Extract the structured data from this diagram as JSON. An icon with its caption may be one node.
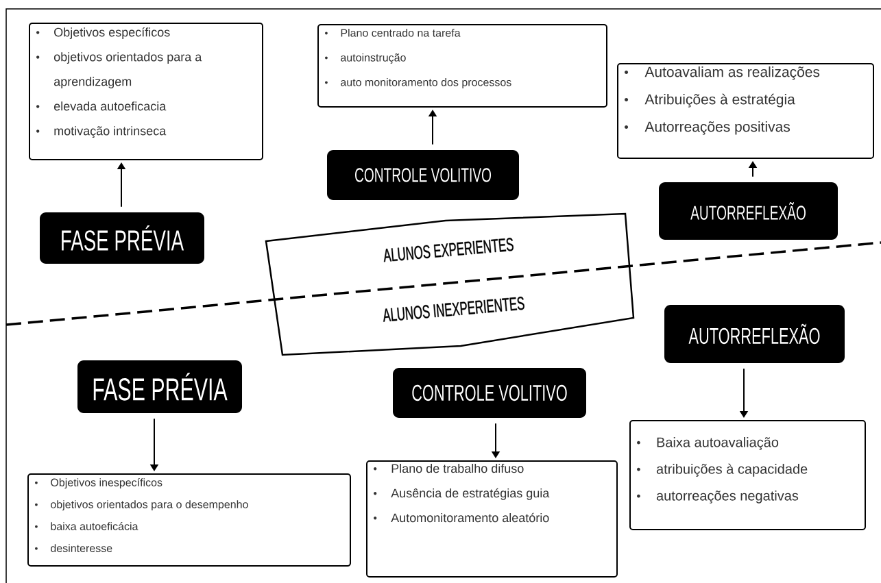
{
  "diagram": {
    "nodes": [
      {
        "text": [
          "Objetivos específicos",
          "objetivos orientados para a aprendizagem",
          "elevada autoeficacia",
          "motivação intrinseca"
        ]
      },
      {
        "text": [
          "FASE PRÉVIA"
        ]
      },
      {
        "text": [
          "Plano centrado na tarefa",
          "autoinstrução",
          "auto monitoramento dos processos"
        ]
      },
      {
        "text": [
          "CONTROLE VOLITIVO"
        ]
      },
      {
        "text": [
          "Autoavaliam as realizações",
          "Atribuições à estratégia",
          "Autorreações positivas"
        ]
      },
      {
        "text": [
          "AUTORREFLEXÃO"
        ]
      },
      {
        "text": [
          "ALUNOS EXPERIENTES",
          "ALUNOS INEXPERIENTES"
        ]
      },
      {
        "text": [
          "FASE PRÉVIA"
        ]
      },
      {
        "text": [
          "CONTROLE VOLITIVO"
        ]
      },
      {
        "text": [
          "AUTORREFLEXÃO"
        ]
      },
      {
        "text": [
          "Objetivos  inespecíficos",
          "objetivos orientados para o desempenho",
          "baixa autoeficácia",
          "desinteresse"
        ]
      },
      {
        "text": [
          "Plano de trabalho difuso",
          "Ausência de estratégias guia",
          "Automonitoramento aleatório"
        ]
      },
      {
        "text": [
          "Baixa autoavaliação",
          "atribuições à capacidade",
          "autorreações negativas"
        ]
      }
    ],
    "edges": [
      {
        "from": 1,
        "to": 0,
        "arrow": "to"
      },
      {
        "from": 3,
        "to": 2,
        "arrow": "to"
      },
      {
        "from": 5,
        "to": 4,
        "arrow": "to"
      },
      {
        "from": 7,
        "to": 10,
        "arrow": "to"
      },
      {
        "from": 8,
        "to": 11,
        "arrow": "to"
      },
      {
        "from": 9,
        "to": 12,
        "arrow": "to"
      }
    ]
  }
}
